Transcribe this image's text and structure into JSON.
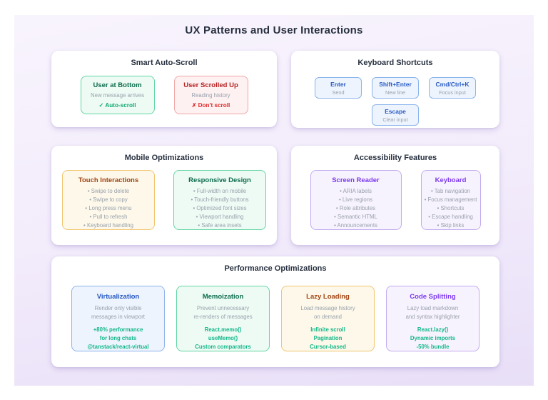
{
  "page": {
    "title": "UX Patterns and User Interactions"
  },
  "colors": {
    "canvas_top": "#f8f4fd",
    "canvas_bottom": "#e8dff7",
    "green_border": "#63d5a4",
    "green_title": "#0c6b4d",
    "green_status": "#12a971",
    "red_border": "#f2a6a6",
    "red_title": "#b62121",
    "red_status": "#e02a2a",
    "blue_border": "#8cb4ec",
    "blue_title": "#2456c0",
    "yellow_border": "#f1c56e",
    "yellow_title": "#a04413",
    "purple_border": "#c2abef",
    "purple_title": "#7c3aed",
    "highlight_green": "#14b78a",
    "muted_text": "#99a1ad",
    "heading_text": "#27303f"
  },
  "panels": {
    "auto_scroll": {
      "title": "Smart Auto-Scroll",
      "cards": [
        {
          "title": "User at Bottom",
          "desc": "New message arrives",
          "status_icon": "✓",
          "status": "Auto-scroll",
          "tone": "green"
        },
        {
          "title": "User Scrolled Up",
          "desc": "Reading history",
          "status_icon": "✗",
          "status": "Don't scroll",
          "tone": "red"
        }
      ]
    },
    "keyboard_shortcuts": {
      "title": "Keyboard Shortcuts",
      "keys": [
        {
          "key": "Enter",
          "action": "Send"
        },
        {
          "key": "Shift+Enter",
          "action": "New line"
        },
        {
          "key": "Cmd/Ctrl+K",
          "action": "Focus input"
        },
        {
          "key": "Escape",
          "action": "Clear input"
        }
      ]
    },
    "mobile": {
      "title": "Mobile Optimizations",
      "cards": [
        {
          "title": "Touch Interactions",
          "tone": "yellow",
          "items": [
            "Swipe to delete",
            "Swipe to copy",
            "Long press menu",
            "Pull to refresh",
            "Keyboard handling"
          ]
        },
        {
          "title": "Responsive Design",
          "tone": "green",
          "items": [
            "Full-width on mobile",
            "Touch-friendly buttons",
            "Optimized font sizes",
            "Viewport handling",
            "Safe area insets"
          ]
        }
      ]
    },
    "accessibility": {
      "title": "Accessibility Features",
      "cards": [
        {
          "title": "Screen Reader",
          "tone": "purple",
          "items": [
            "ARIA labels",
            "Live regions",
            "Role attributes",
            "Semantic HTML",
            "Announcements"
          ]
        },
        {
          "title": "Keyboard",
          "tone": "purple",
          "items": [
            "Tab navigation",
            "Focus management",
            "Shortcuts",
            "Escape handling",
            "Skip links"
          ]
        }
      ]
    },
    "performance": {
      "title": "Performance Optimizations",
      "cards": [
        {
          "title": "Virtualization",
          "tone": "blue",
          "desc": [
            "Render only visible",
            "messages in viewport"
          ],
          "highlights": [
            "+80% performance",
            "for long chats",
            "@tanstack/react-virtual"
          ]
        },
        {
          "title": "Memoization",
          "tone": "green",
          "desc": [
            "Prevent unnecessary",
            "re-renders of messages"
          ],
          "highlights": [
            "React.memo()",
            "useMemo()",
            "Custom comparators"
          ]
        },
        {
          "title": "Lazy Loading",
          "tone": "yellow",
          "desc": [
            "Load message history",
            "on demand"
          ],
          "highlights": [
            "Infinite scroll",
            "Pagination",
            "Cursor-based"
          ]
        },
        {
          "title": "Code Splitting",
          "tone": "purple",
          "desc": [
            "Lazy load markdown",
            "and syntax highlighter"
          ],
          "highlights": [
            "React.lazy()",
            "Dynamic imports",
            "-50% bundle"
          ]
        }
      ]
    }
  }
}
